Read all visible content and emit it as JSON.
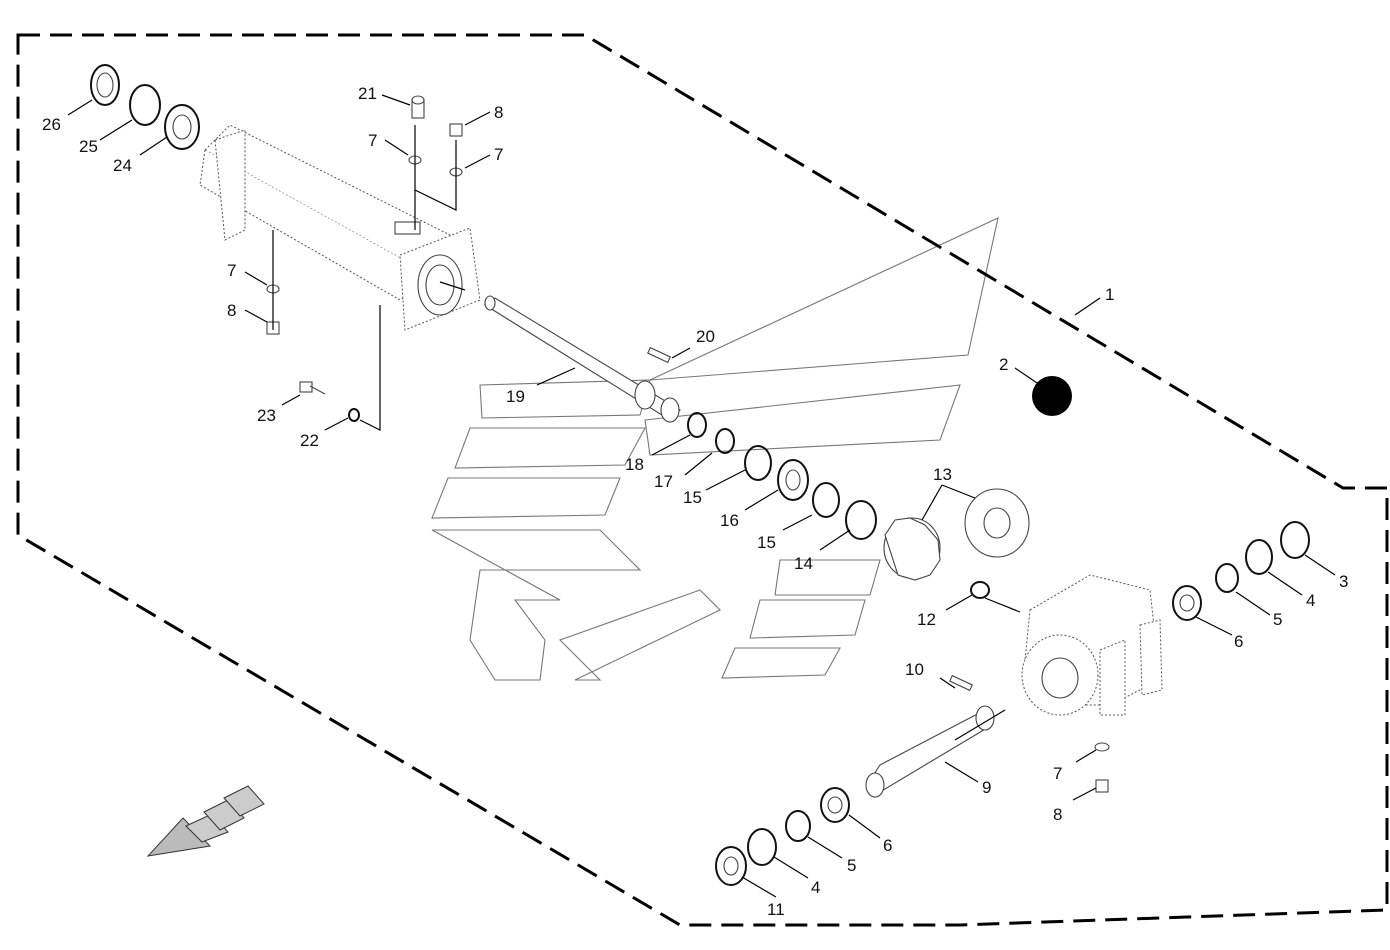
{
  "diagram": {
    "callouts": [
      {
        "id": "c1",
        "label": "1"
      },
      {
        "id": "c2",
        "label": "2"
      },
      {
        "id": "c3",
        "label": "3"
      },
      {
        "id": "c4a",
        "label": "4"
      },
      {
        "id": "c4b",
        "label": "4"
      },
      {
        "id": "c5a",
        "label": "5"
      },
      {
        "id": "c5b",
        "label": "5"
      },
      {
        "id": "c6a",
        "label": "6"
      },
      {
        "id": "c6b",
        "label": "6"
      },
      {
        "id": "c7a",
        "label": "7"
      },
      {
        "id": "c7b",
        "label": "7"
      },
      {
        "id": "c7c",
        "label": "7"
      },
      {
        "id": "c7d",
        "label": "7"
      },
      {
        "id": "c8a",
        "label": "8"
      },
      {
        "id": "c8b",
        "label": "8"
      },
      {
        "id": "c8c",
        "label": "8"
      },
      {
        "id": "c9",
        "label": "9"
      },
      {
        "id": "c10",
        "label": "10"
      },
      {
        "id": "c11",
        "label": "11"
      },
      {
        "id": "c12",
        "label": "12"
      },
      {
        "id": "c13",
        "label": "13"
      },
      {
        "id": "c14",
        "label": "14"
      },
      {
        "id": "c15a",
        "label": "15"
      },
      {
        "id": "c15b",
        "label": "15"
      },
      {
        "id": "c16",
        "label": "16"
      },
      {
        "id": "c17",
        "label": "17"
      },
      {
        "id": "c18",
        "label": "18"
      },
      {
        "id": "c19",
        "label": "19"
      },
      {
        "id": "c20",
        "label": "20"
      },
      {
        "id": "c21",
        "label": "21"
      },
      {
        "id": "c22",
        "label": "22"
      },
      {
        "id": "c23",
        "label": "23"
      },
      {
        "id": "c24",
        "label": "24"
      },
      {
        "id": "c25",
        "label": "25"
      },
      {
        "id": "c26",
        "label": "26"
      }
    ]
  }
}
